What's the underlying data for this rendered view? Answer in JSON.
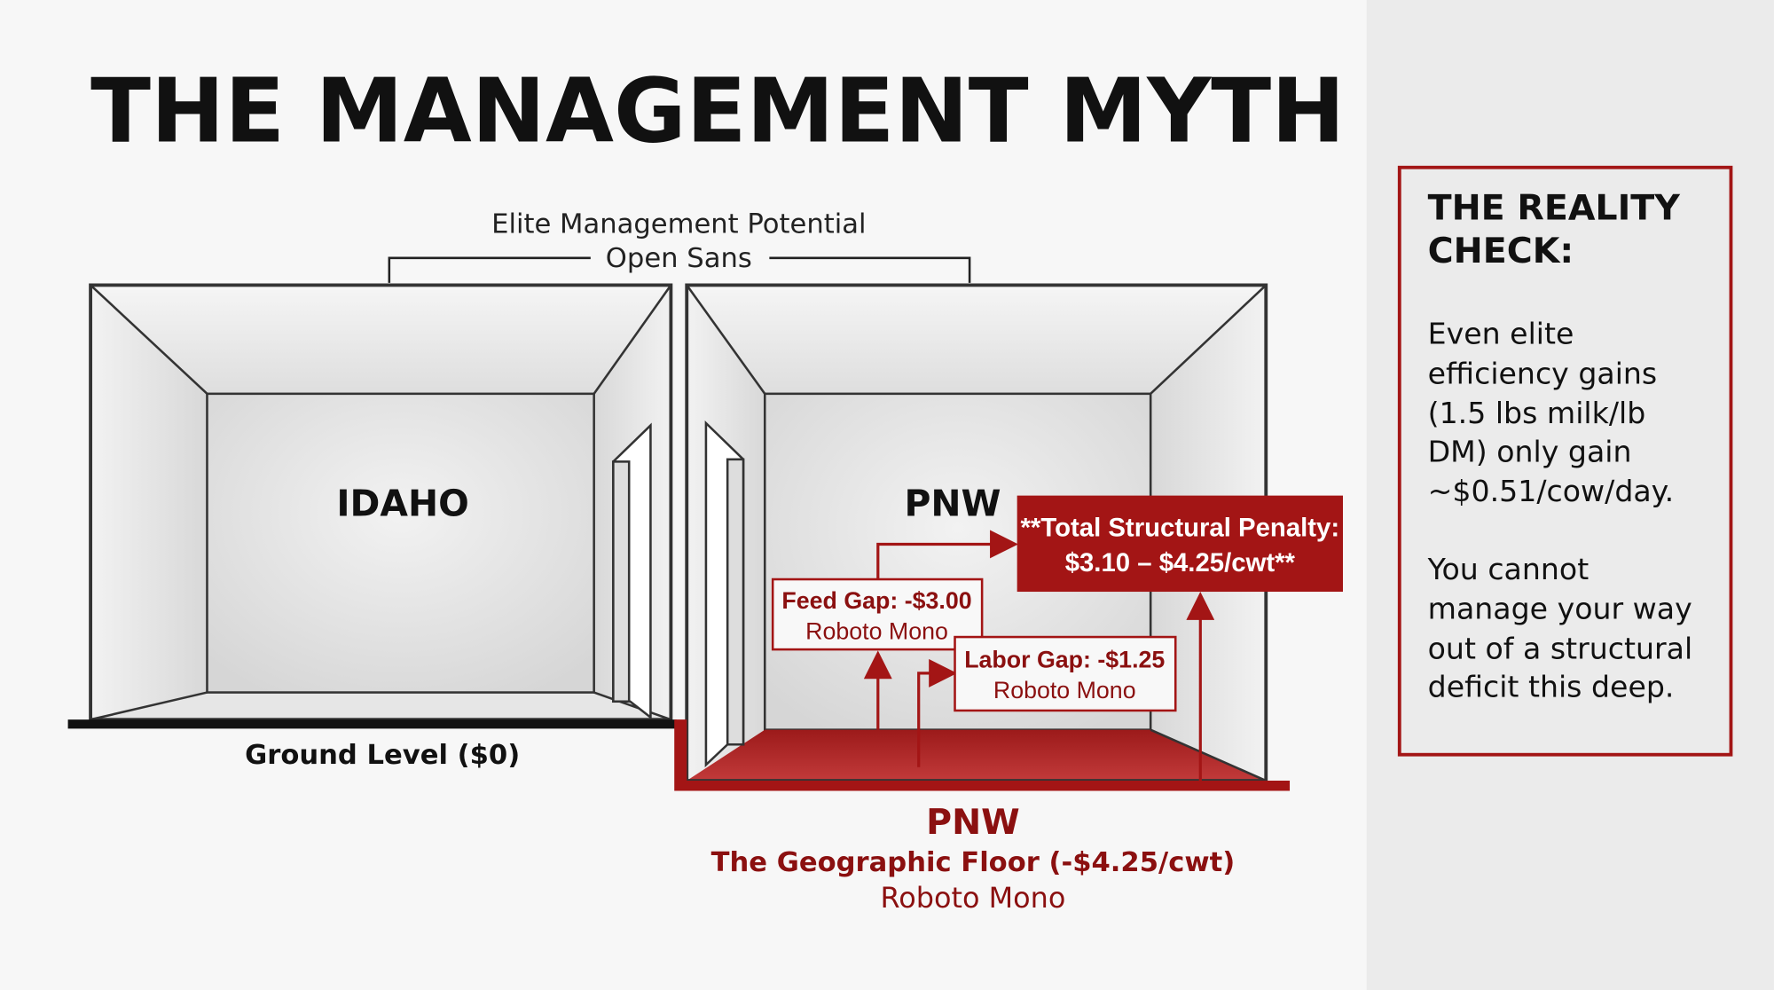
{
  "title": "THE MANAGEMENT MYTH",
  "top_label": {
    "line1": "Elite Management Potential",
    "line2": "Open Sans"
  },
  "rooms": {
    "left": {
      "label": "IDAHO",
      "ground_label": "Ground Level ($0)"
    },
    "right": {
      "label": "PNW"
    }
  },
  "callouts": {
    "total": {
      "line1": "**Total Structural Penalty:",
      "line2": "$3.10 – $4.25/cwt**"
    },
    "feed": {
      "line1": "Feed Gap: -$3.00",
      "line2": "Roboto Mono"
    },
    "labor": {
      "line1": "Labor Gap: -$1.25",
      "line2": "Roboto Mono"
    }
  },
  "floor_caption": {
    "line1": "PNW",
    "line2": "The Geographic Floor (-$4.25/cwt)",
    "line3": "Roboto Mono"
  },
  "reality_check": {
    "heading": [
      "THE REALITY",
      "CHECK:"
    ],
    "paragraph1": [
      "Even elite",
      "efficiency gains",
      "(1.5 lbs milk/lb",
      "DM) only gain",
      "~$0.51/cow/day."
    ],
    "paragraph2": [
      "You cannot",
      "manage your way",
      "out of a structural",
      "deficit this deep."
    ]
  },
  "colors": {
    "accent_red": "#a31515",
    "dark_red": "#8b1010",
    "panel_bg": "#ebebeb"
  }
}
